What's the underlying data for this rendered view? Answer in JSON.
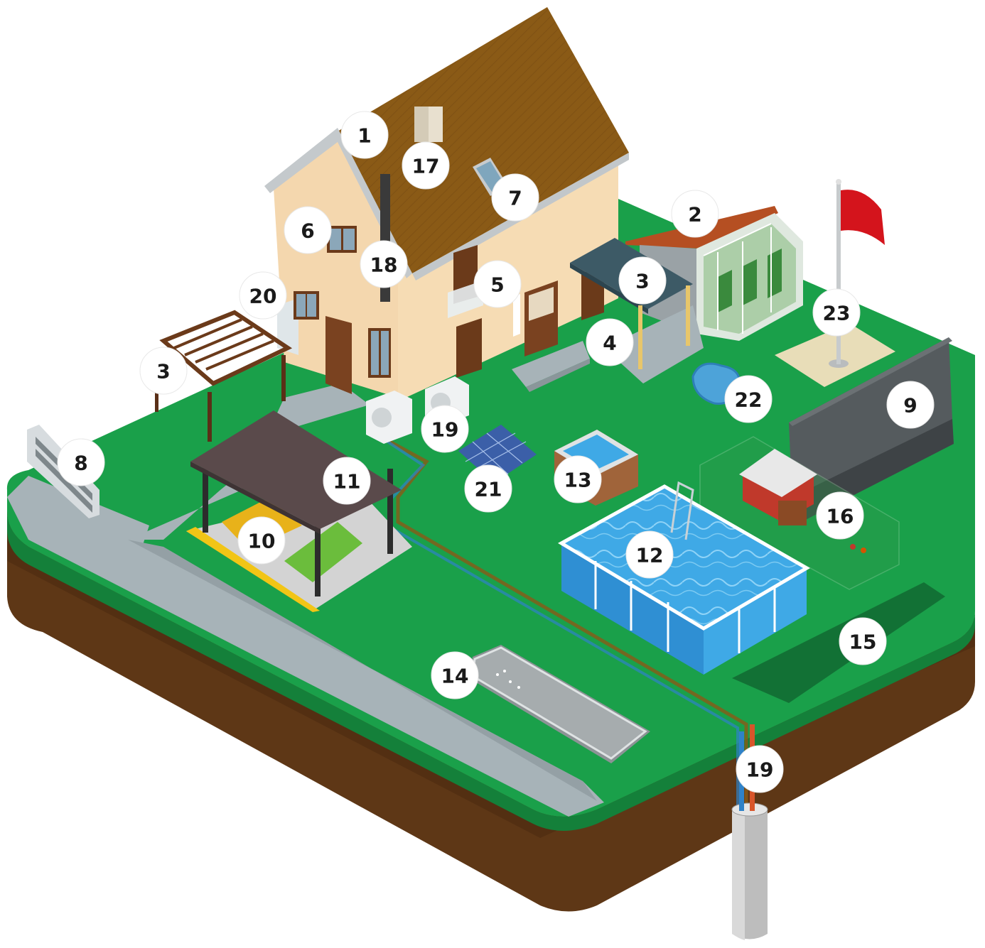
{
  "colors": {
    "grass": "#1aa04a",
    "grass_dark": "#14803a",
    "soil": "#5e3716",
    "soil_dark": "#4a2a10",
    "path": "#a7b3b8",
    "wall": "#f4d7ae",
    "wall_shade": "#e5c08f",
    "roof": "#8a5a16",
    "roof_edge": "#a9afb4",
    "pool_water": "#3fa9e6",
    "pool_side": "#2f8fd3",
    "flag": "#d4141c",
    "pipe_hot": "#d8552a",
    "pipe_cold": "#2f82c8"
  },
  "legend_markers": [
    {
      "id": "m1",
      "label": "1"
    },
    {
      "id": "m2",
      "label": "2"
    },
    {
      "id": "m3a",
      "label": "3"
    },
    {
      "id": "m3b",
      "label": "3"
    },
    {
      "id": "m4",
      "label": "4"
    },
    {
      "id": "m5",
      "label": "5"
    },
    {
      "id": "m6",
      "label": "6"
    },
    {
      "id": "m7",
      "label": "7"
    },
    {
      "id": "m8",
      "label": "8"
    },
    {
      "id": "m9",
      "label": "9"
    },
    {
      "id": "m10",
      "label": "10"
    },
    {
      "id": "m11",
      "label": "11"
    },
    {
      "id": "m12",
      "label": "12"
    },
    {
      "id": "m13",
      "label": "13"
    },
    {
      "id": "m14",
      "label": "14"
    },
    {
      "id": "m15",
      "label": "15"
    },
    {
      "id": "m16",
      "label": "16"
    },
    {
      "id": "m17",
      "label": "17"
    },
    {
      "id": "m18",
      "label": "18"
    },
    {
      "id": "m19a",
      "label": "19"
    },
    {
      "id": "m19b",
      "label": "19"
    },
    {
      "id": "m20",
      "label": "20"
    },
    {
      "id": "m21",
      "label": "21"
    },
    {
      "id": "m22",
      "label": "22"
    },
    {
      "id": "m23",
      "label": "23"
    }
  ],
  "icons": {
    "house": "house-icon",
    "greenhouse": "greenhouse-icon",
    "pergola": "pergola-icon",
    "carport": "carport-icon",
    "pool": "above-ground-pool-icon",
    "spa": "hot-tub-icon",
    "solar": "solar-panel-icon",
    "heat_pump": "heat-pump-icon",
    "flag": "flagpole-icon",
    "well": "geothermal-well-icon"
  }
}
